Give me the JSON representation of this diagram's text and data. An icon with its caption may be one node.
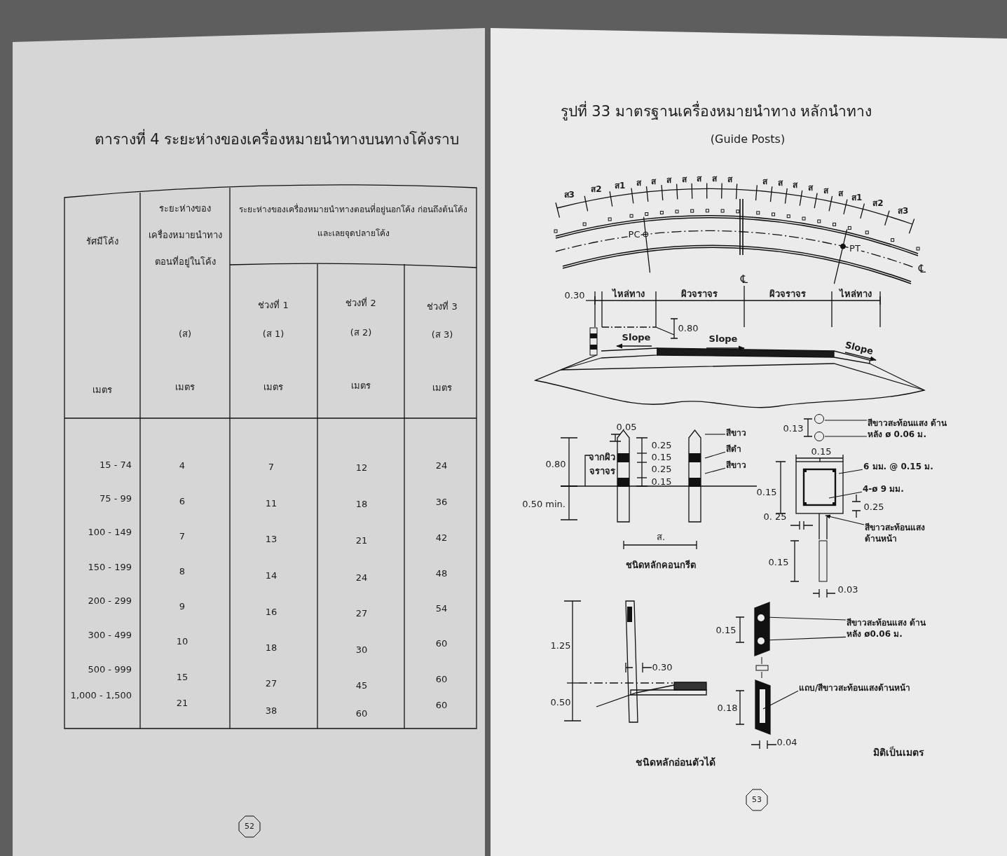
{
  "diagram": {
    "nodes": [
      {
        "text": [
          "สีขาว"
        ]
      },
      {
        "text": [
          "สีดำ"
        ]
      },
      {
        "text": [
          "สีขาว"
        ]
      },
      {
        "text": [
          "สีขาวสะท้อนแสง ด้านหลัง ø 0.06 ม."
        ]
      },
      {
        "text": [
          "6 มม. @ 0.15 ม."
        ]
      },
      {
        "text": [
          "4-ø 9 มม."
        ]
      },
      {
        "text": [
          "สีขาวสะท้อนแสง ด้านหน้า"
        ]
      },
      {
        "text": [
          "สีขาวสะท้อนแสง ด้านหลัง ø0.06 ม."
        ]
      },
      {
        "text": [
          "แถบ/สีขาวสะท้อนแสงด้านหน้า"
        ]
      },
      {
        "text": [
          "52"
        ]
      },
      {
        "text": [
          "53"
        ]
      },
      {
        "text": [],
        "shape": "circle"
      },
      {
        "text": [],
        "shape": "circle"
      }
    ],
    "edges": [
      {
        "from": 0,
        "to": null,
        "arrow": "none"
      },
      {
        "from": 1,
        "to": null,
        "arrow": "none"
      },
      {
        "from": 2,
        "to": null,
        "arrow": "none"
      },
      {
        "from": 3,
        "to": 11,
        "arrow": "none"
      },
      {
        "from": 3,
        "to": 12,
        "arrow": "none"
      },
      {
        "from": 4,
        "to": null,
        "arrow": "none"
      },
      {
        "from": 5,
        "to": null,
        "arrow": "none"
      },
      {
        "from": 6,
        "to": null,
        "arrow": "to"
      },
      {
        "from": 7,
        "to": null,
        "arrow": "none"
      },
      {
        "from": 7,
        "to": null,
        "arrow": "none"
      },
      {
        "from": 8,
        "to": null,
        "arrow": "none"
      }
    ],
    "labels": [
      "ตารางที่ 4 ระยะห่างของเครื่องหมายนำทางบนทางโค้งราบ",
      "รัศมีโค้ง",
      "ระยะห่างของ เครื่องหมายนำทาง ตอนที่อยู่ในโค้ง",
      "ระยะห่างของเครื่องหมายนำทางตอนที่อยู่นอกโค้ง ก่อนถึงต้นโค้ง และเลยจุดปลายโค้ง",
      "ช่วงที่ 1",
      "ช่วงที่ 2",
      "ช่วงที่ 3",
      "(ส)",
      "(ส 1)",
      "(ส 2)",
      "(ส 3)",
      "เมตร",
      "เมตร",
      "เมตร",
      "เมตร",
      "เมตร",
      "15 - 74",
      "4",
      "7",
      "12",
      "24",
      "75 - 99",
      "6",
      "11",
      "18",
      "36",
      "100 - 149",
      "7",
      "13",
      "21",
      "42",
      "150 - 199",
      "8",
      "14",
      "24",
      "48",
      "200 - 299",
      "9",
      "16",
      "27",
      "54",
      "300 - 499",
      "10",
      "18",
      "30",
      "60",
      "500 - 999",
      "15",
      "27",
      "45",
      "60",
      "1,000 - 1,500",
      "21",
      "38",
      "60",
      "60",
      "รูปที่ 33 มาตรฐานเครื่องหมายนำทาง หลักนำทาง",
      "(Guide Posts)",
      "ส3",
      "ส2",
      "ส1",
      "ส",
      "ส",
      "ส",
      "ส",
      "ส",
      "ส",
      "ส",
      "ส",
      "ส",
      "ส",
      "ส",
      "ส",
      "ส",
      "ส1",
      "ส2",
      "ส3",
      "PC",
      "PT",
      "℄",
      "℄",
      "0.30",
      "ไหล่ทาง",
      "ผิวจราจร",
      "ผิวจราจร",
      "ไหล่ทาง",
      "0.80",
      "Slope",
      "Slope",
      "Slope",
      "0.05",
      "0.25",
      "0.15",
      "0.80",
      "จากผิวจราจร",
      "0.25",
      "0.15",
      "0.50 min.",
      "ส.",
      "ชนิดหลักคอนกรีต",
      "0.13",
      "0.15",
      "0.15",
      "0.25",
      "0. 25",
      "0.15",
      "0.03",
      "1.25",
      "0.30",
      "0.15",
      "0.50",
      "0.18",
      "0.04",
      "ชนิดหลักอ่อนตัวได้",
      "มิติเป็นเมตร"
    ]
  }
}
